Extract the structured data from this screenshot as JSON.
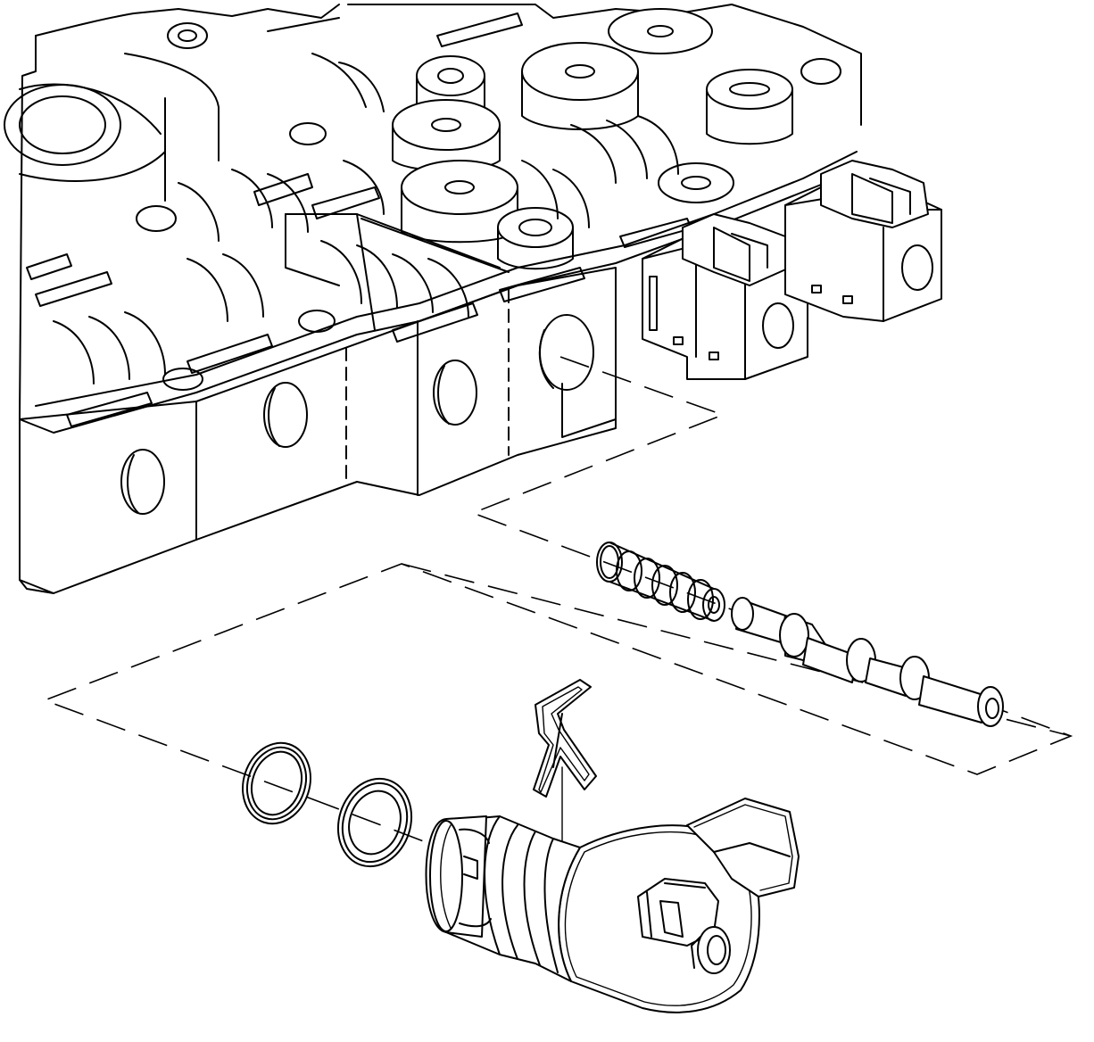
{
  "figure": {
    "kind": "exploded-view line drawing",
    "background_color": "#ffffff",
    "line_color": "#000000",
    "parts": [
      "valve-body",
      "installed-solenoid-connectors",
      "valve-spring",
      "control-valve",
      "retaining-clip",
      "o-ring-outer",
      "o-ring-inner",
      "pressure-control-solenoid"
    ]
  }
}
